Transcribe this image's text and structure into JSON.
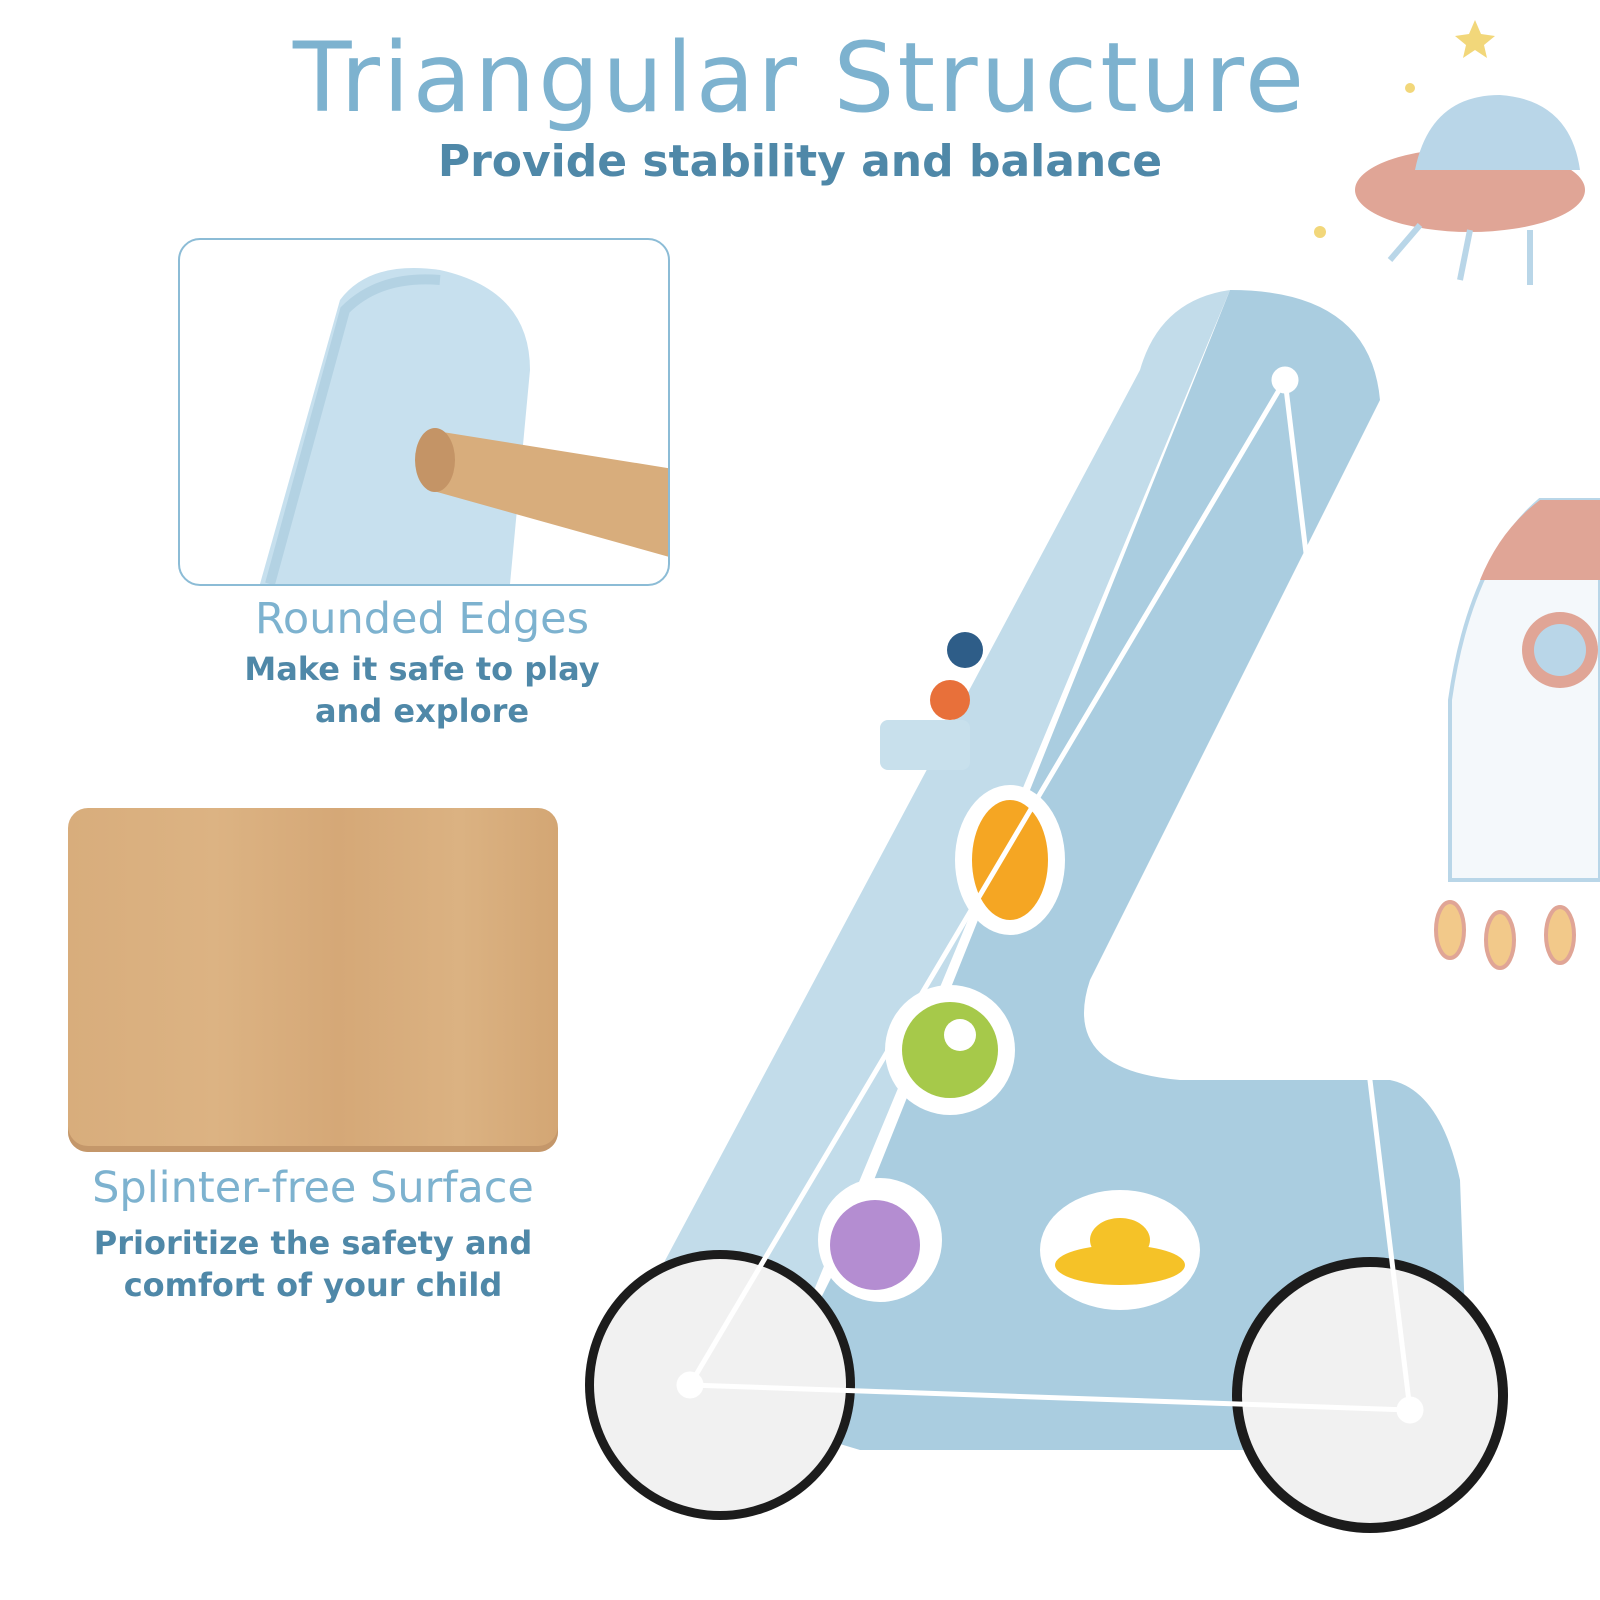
{
  "header": {
    "title": "Triangular Structure",
    "subtitle": "Provide stability and balance"
  },
  "features": [
    {
      "title": "Rounded Edges",
      "desc_line1": "Make it safe to play",
      "desc_line2": "and explore"
    },
    {
      "title": "Splinter-free Surface",
      "desc_line1": "Prioritize the safety and",
      "desc_line2": "comfort of your child"
    }
  ],
  "colors": {
    "title": "#7db2cf",
    "subtitle": "#4f88a8",
    "walker": "#aacde0",
    "wood": "#d8ad7c"
  }
}
